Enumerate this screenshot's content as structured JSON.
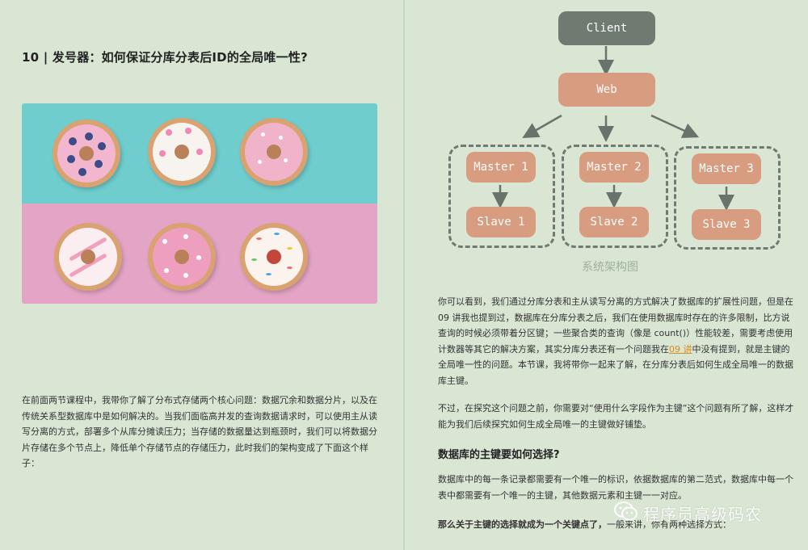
{
  "left": {
    "chapter_title": "10 | 发号器：如何保证分库分表后ID的全局唯一性?",
    "paragraph": "在前面两节课程中，我带你了解了分布式存储两个核心问题：数据冗余和数据分片，以及在传统关系型数据库中是如何解决的。当我们面临高并发的查询数据请求时，可以使用主从读写分离的方式，部署多个从库分摊读压力；当存储的数据量达到瓶颈时，我们可以将数据分片存储在多个节点上，降低单个存储节点的存储压力，此时我们的架构变成了下面这个样子："
  },
  "diagram": {
    "client": "Client",
    "web": "Web",
    "masters": [
      "Master 1",
      "Master 2",
      "Master 3"
    ],
    "slaves": [
      "Slave 1",
      "Slave 2",
      "Slave 3"
    ],
    "caption": "系统架构图",
    "colors": {
      "client": "#6f7a71",
      "node": "#d89c80",
      "arrow": "#6a736b"
    }
  },
  "right": {
    "para1_a": "你可以看到，我们通过分库分表和主从读写分离的方式解决了数据库的扩展性问题，但是在09 讲我也提到过，数据库在分库分表之后，我们在使用数据库时存在的许多限制，比方说查询的时候必须带着分区键；一些聚合类的查询（像是 count()）性能较差，需要考虑使用计数器等其它的解决方案，其实分库分表还有一个问题我在",
    "para1_link": "09 讲",
    "para1_b": "中没有提到，就是主键的全局唯一性的问题。本节课，我将带你一起来了解，在分库分表后如何生成全局唯一的数据库主键。",
    "para2": "不过，在探究这个问题之前，你需要对“使用什么字段作为主键”这个问题有所了解，这样才能为我们后续探究如何生成全局唯一的主键做好铺垫。",
    "section_heading": "数据库的主键要如何选择?",
    "para3": "数据库中的每一条记录都需要有一个唯一的标识，依据数据库的第二范式，数据库中每一个表中都需要有一个唯一的主键，其他数据元素和主键一一对应。",
    "para4_bold": "那么关于主键的选择就成为一个关键点了，",
    "para4_rest": "一般来讲，你有两种选择方式："
  },
  "watermark": {
    "text": "程序员高级码农",
    "icon": "wechat-icon"
  }
}
